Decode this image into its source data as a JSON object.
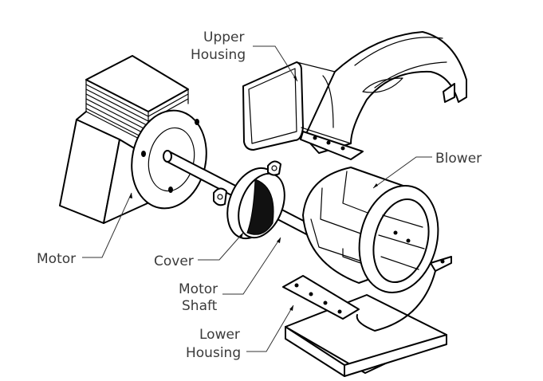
{
  "diagram": {
    "title": "Exploded view of blower assembly",
    "labels": {
      "upper_housing": [
        "Upper",
        "Housing"
      ],
      "blower": "Blower",
      "motor": "Motor",
      "cover": "Cover",
      "motor_shaft": [
        "Motor",
        "Shaft"
      ],
      "lower_housing": [
        "Lower",
        "Housing"
      ]
    },
    "components": [
      "Motor",
      "Motor Shaft",
      "Cover",
      "Blower",
      "Upper Housing",
      "Lower Housing"
    ],
    "colors": {
      "line": "#000000",
      "label_text": "#3a3a3a",
      "background": "#ffffff"
    }
  }
}
